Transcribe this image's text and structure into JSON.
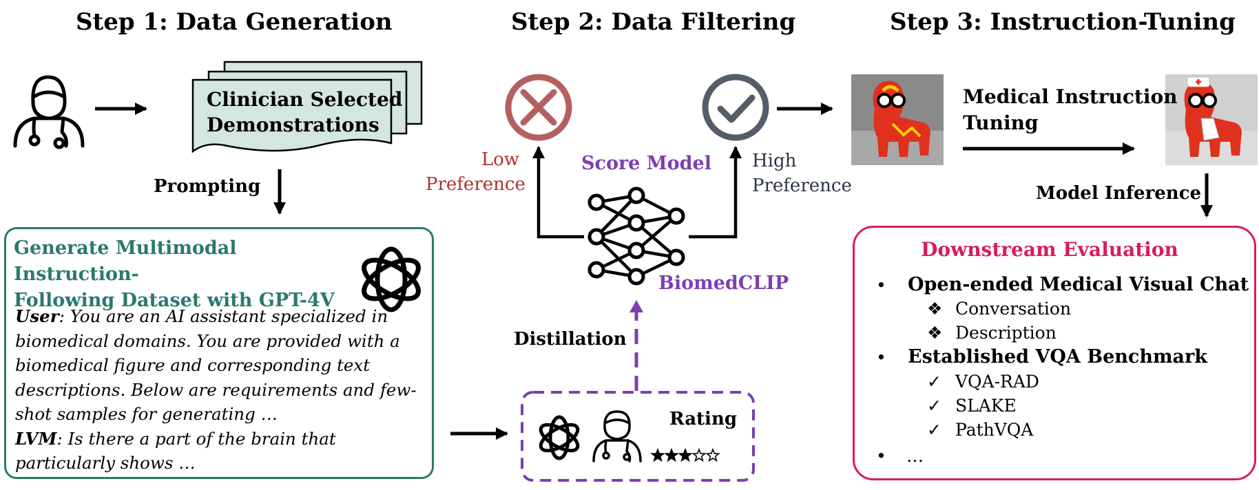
{
  "steps": {
    "step1": "Step 1: Data Generation",
    "step2": "Step 2: Data Filtering",
    "step3": "Step 3: Instruction-Tuning"
  },
  "generation": {
    "demonstrations": [
      "Clinician Selected",
      "Demonstrations"
    ],
    "prompting": "Prompting",
    "gpt_title": [
      "Generate Multimodal Instruction-",
      "Following Dataset with GPT-4V"
    ],
    "user_label": "User",
    "user_text": ": You are an AI assistant specialized in biomedical domains. You are provided with a biomedical figure and corresponding text descriptions. Below are requirements and few-shot samples for generating …",
    "lvm_label": "LVM",
    "lvm_text": ": Is there a part of the brain that particularly shows …"
  },
  "filtering": {
    "low_pref": [
      "Low",
      "Preference"
    ],
    "high_pref": [
      "High",
      "Preference"
    ],
    "score_model": "Score Model",
    "biomedclip": "BiomedCLIP",
    "distillation": "Distillation",
    "rating": "Rating",
    "rating_stars": 3,
    "rating_max": 5
  },
  "tuning": {
    "medical_tuning": [
      "Medical Instruction",
      "Tuning"
    ],
    "model_inference": "Model Inference",
    "eval_title": "Downstream Evaluation",
    "bullet": "•",
    "open_ended": "Open-ended Medical Visual Chat",
    "sub_diamond": "❖",
    "conversation": "Conversation",
    "description": "Description",
    "established": "Established VQA Benchmark",
    "check": "✓",
    "vqa_rad": "VQA-RAD",
    "slake": "SLAKE",
    "pathvqa": "PathVQA",
    "ellipsis": "…"
  },
  "colors": {
    "teal": "#2a7a6b",
    "purple": "#7b3fb0",
    "crimson": "#d81b60",
    "low_red": "#b03030",
    "doc_fill": "#d3e6e0"
  },
  "icons": [
    "doctor-icon",
    "cross-circle-icon",
    "check-circle-icon",
    "neural-network-icon",
    "openai-logo-icon",
    "llama-image"
  ]
}
